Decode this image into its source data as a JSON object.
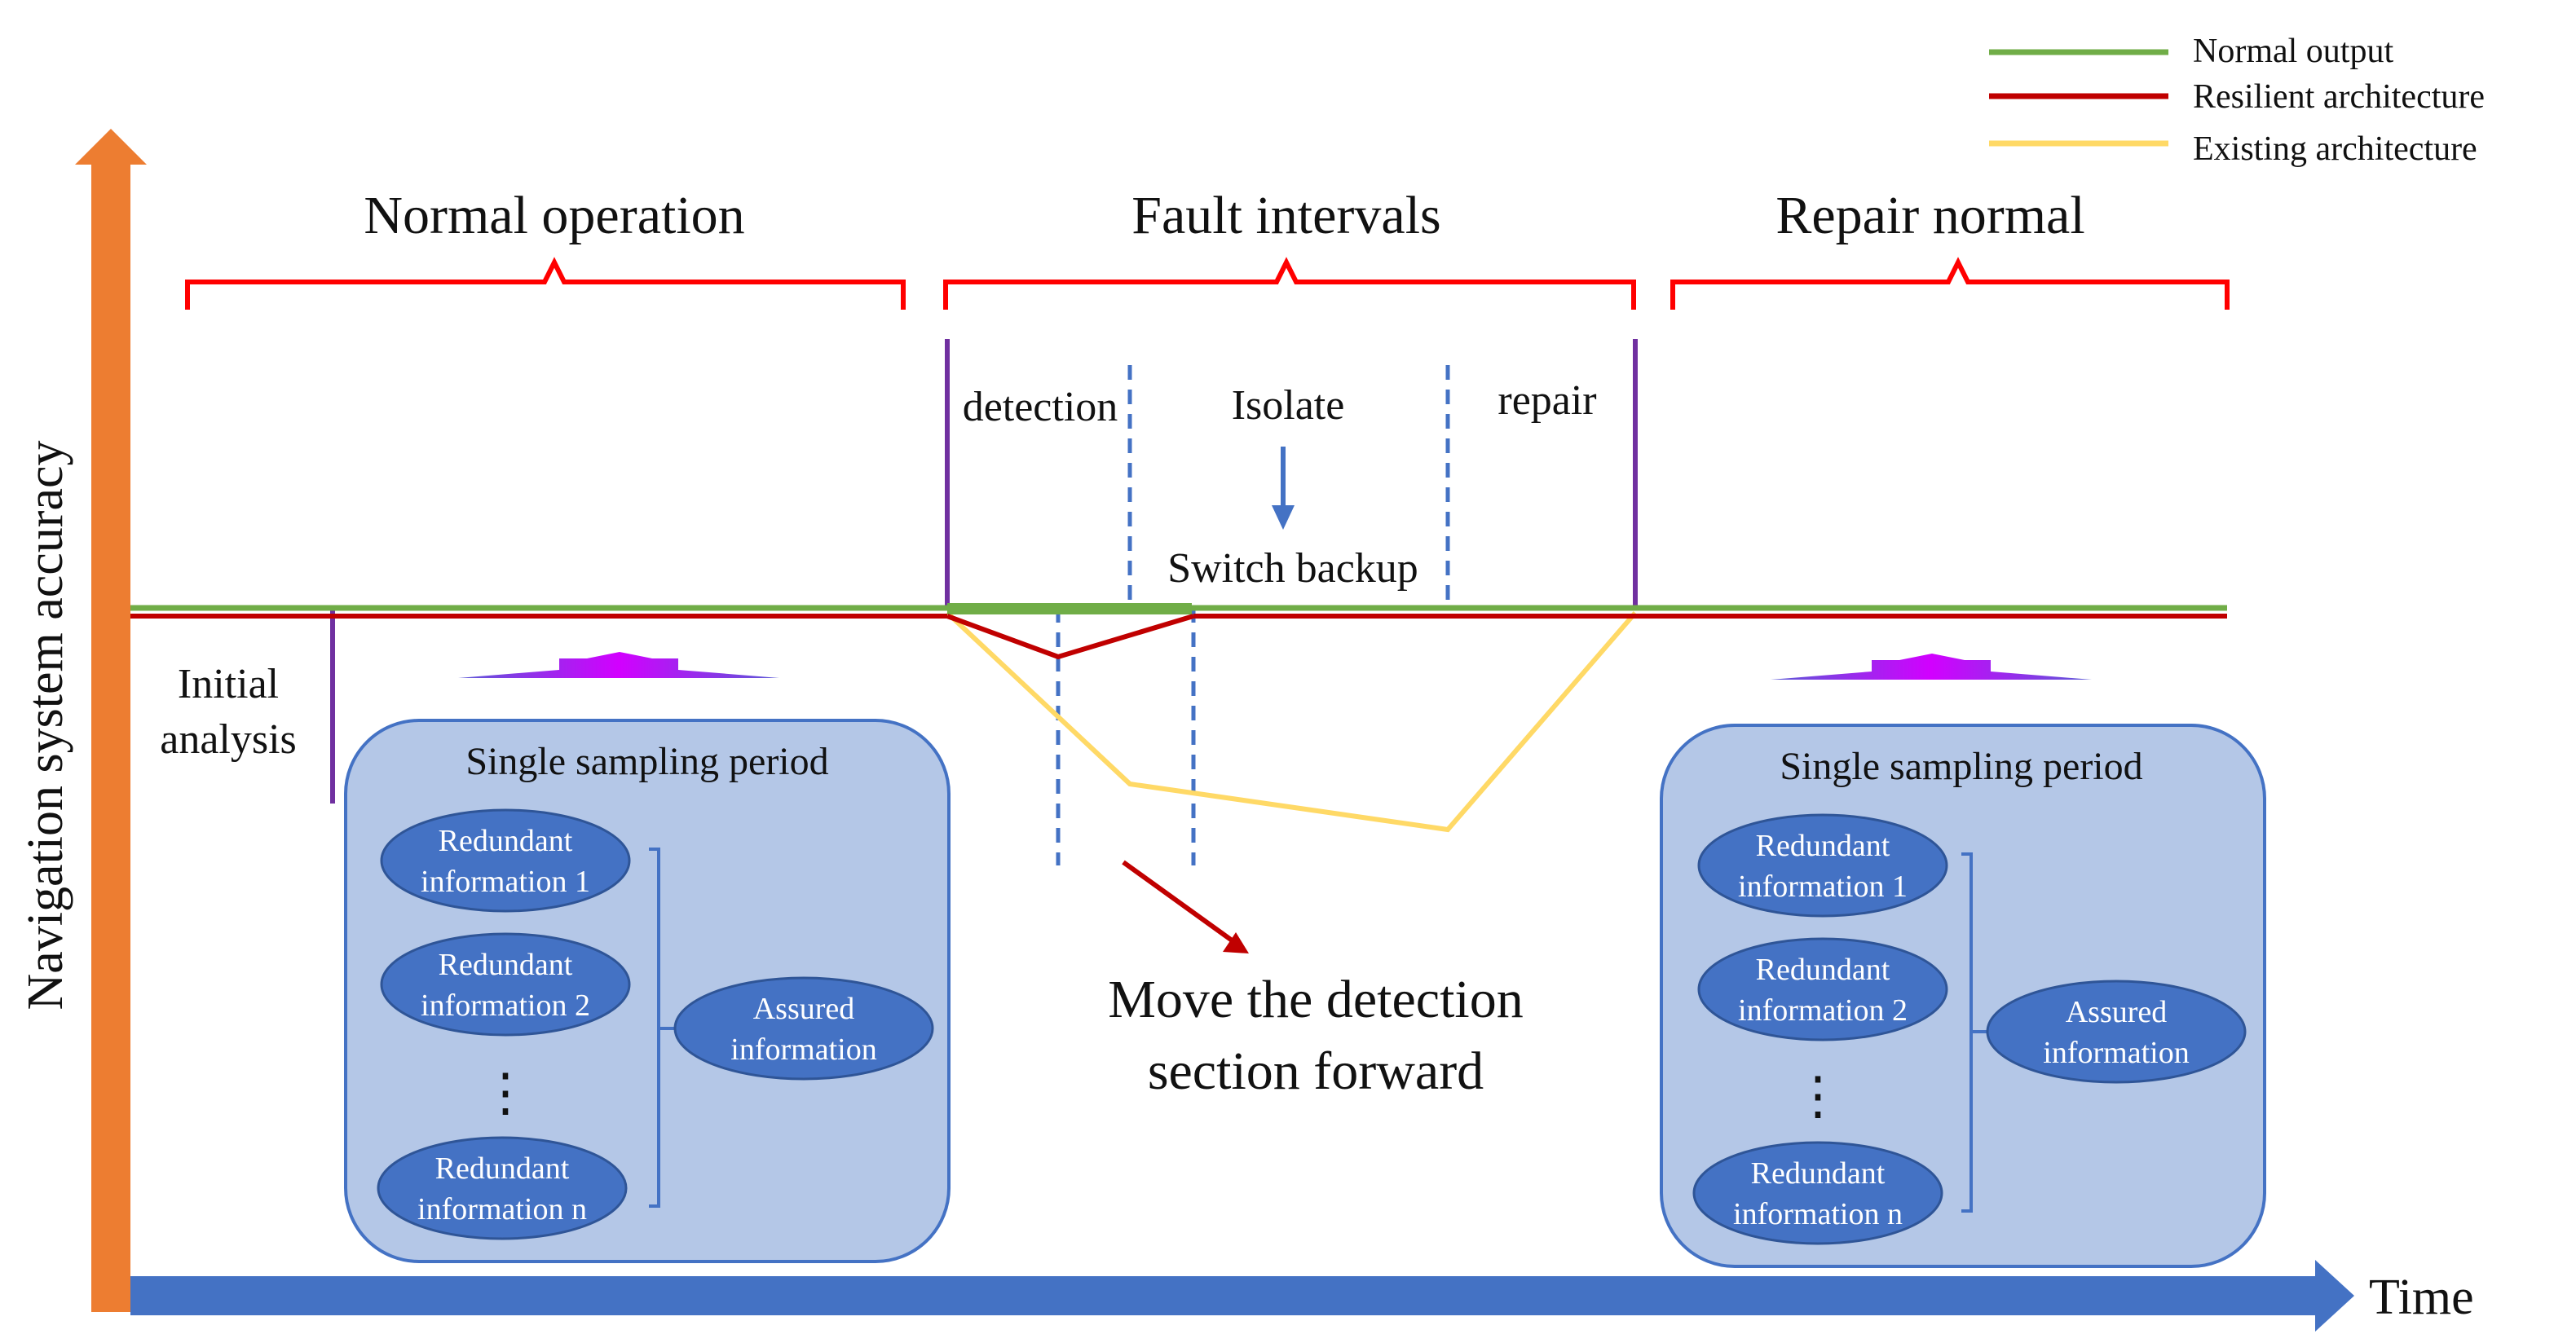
{
  "legend": {
    "items": [
      {
        "label": "Normal output",
        "color": "#70ad47"
      },
      {
        "label": "Resilient architecture",
        "color": "#c00000"
      },
      {
        "label": "Existing architecture",
        "color": "#ffd966"
      }
    ]
  },
  "axes": {
    "y_label": "Navigation system accuracy",
    "x_label": "Time",
    "y_color": "#ed7d31",
    "x_color": "#4472c4"
  },
  "sections": {
    "normal_operation": "Normal operation",
    "fault_intervals": "Fault intervals",
    "repair_normal": "Repair normal"
  },
  "phases": {
    "detection": "detection",
    "isolate": "Isolate",
    "switch_backup": "Switch backup",
    "repair": "repair"
  },
  "annotations": {
    "initial_analysis_line1": "Initial",
    "initial_analysis_line2": "analysis",
    "move_line1": "Move the detection",
    "move_line2": "section forward"
  },
  "sampling_boxes": [
    {
      "title": "Single sampling period",
      "redundant": [
        {
          "line1": "Redundant",
          "line2": "information 1"
        },
        {
          "line1": "Redundant",
          "line2": "information 2"
        },
        {
          "line1": "Redundant",
          "line2": "information n"
        }
      ],
      "ellipsis": "⋮",
      "assured": {
        "line1": "Assured",
        "line2": "information"
      }
    },
    {
      "title": "Single sampling period",
      "redundant": [
        {
          "line1": "Redundant",
          "line2": "information 1"
        },
        {
          "line1": "Redundant",
          "line2": "information 2"
        },
        {
          "line1": "Redundant",
          "line2": "information n"
        }
      ],
      "ellipsis": "⋮",
      "assured": {
        "line1": "Assured",
        "line2": "information"
      }
    }
  ],
  "colors": {
    "brace": "#ff0000",
    "purple_marker": "#7030a0",
    "dashed": "#4472c4",
    "box_fill": "#b4c7e7",
    "ellipse_fill": "#4472c4",
    "upward_arrow": "#cc33ff"
  }
}
